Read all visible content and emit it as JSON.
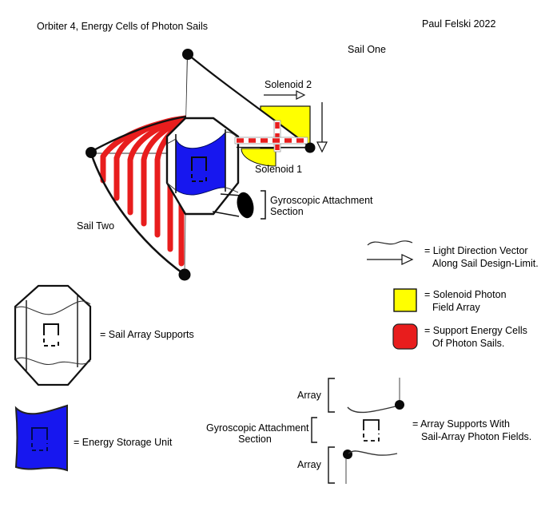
{
  "title": "Orbiter 4, Energy Cells of Photon Sails",
  "author": "Paul Felski 2022",
  "diagram_labels": {
    "sail_one": "Sail One",
    "sail_two": "Sail Two",
    "solenoid_2": "Solenoid 2",
    "solenoid_1": "Solenoid 1",
    "gyro_line1": "Gyroscopic Attachment",
    "gyro_line2": "Section"
  },
  "legend": {
    "light_vector_line1": "= Light Direction Vector",
    "light_vector_line2": "Along Sail Design-Limit.",
    "solenoid_field_line1": "= Solenoid Photon",
    "solenoid_field_line2": "Field Array",
    "energy_cells_line1": "= Support Energy Cells",
    "energy_cells_line2": "Of Photon Sails.",
    "sail_array_supports": "= Sail Array Supports",
    "energy_storage_unit": "= Energy Storage Unit",
    "array_top": "Array",
    "array_bottom": "Array",
    "gyro_line1": "Gyroscopic Attachment",
    "gyro_line2": "Section",
    "array_supports_line1": "= Array Supports With",
    "array_supports_line2": "Sail-Array Photon Fields."
  },
  "colors": {
    "yellow": "#ffff00",
    "red": "#e81d1d",
    "blue": "#1717ef",
    "ink": "#111111"
  }
}
